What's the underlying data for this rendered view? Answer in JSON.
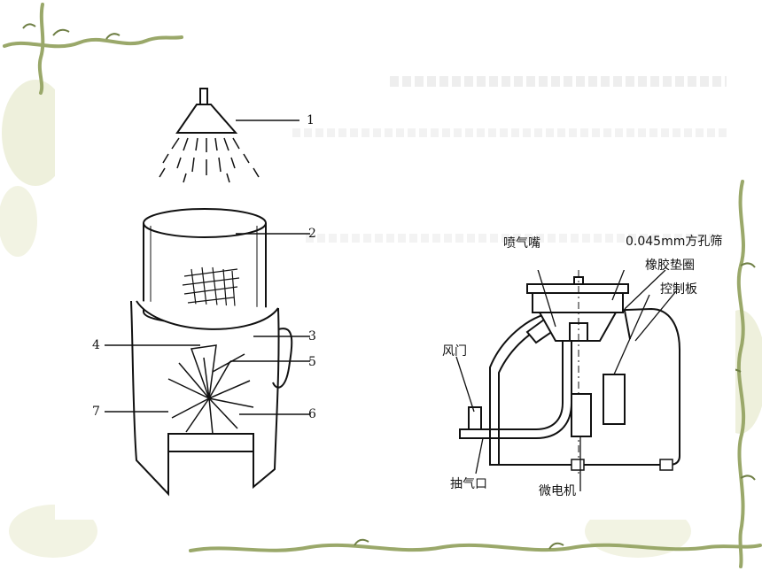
{
  "left_diagram": {
    "callouts": [
      {
        "id": "1",
        "text": "1"
      },
      {
        "id": "2",
        "text": "2"
      },
      {
        "id": "3",
        "text": "3"
      },
      {
        "id": "4",
        "text": "4"
      },
      {
        "id": "5",
        "text": "5"
      },
      {
        "id": "6",
        "text": "6"
      },
      {
        "id": "7",
        "text": "7"
      }
    ]
  },
  "right_diagram": {
    "labels": {
      "nozzle": "喷气嘴",
      "sieve": "0.045mm方孔筛",
      "gasket": "橡胶垫圈",
      "control_board": "控制板",
      "air_door": "风门",
      "suction_port": "抽气口",
      "motor": "微电机"
    }
  },
  "colors": {
    "vine": "#9aa86a",
    "vine_dark": "#6f7f45",
    "leaf_wash": "#eef0dc",
    "ink": "#111111"
  }
}
